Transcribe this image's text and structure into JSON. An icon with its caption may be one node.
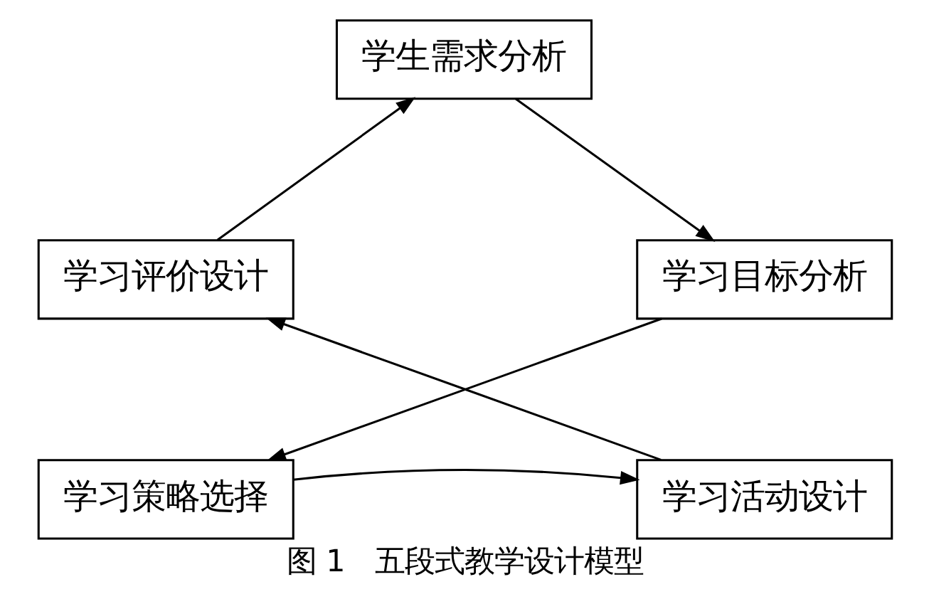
{
  "diagram": {
    "caption": "图 1　五段式教学设计模型",
    "nodes": [
      {
        "text": [
          "学生需求分析"
        ]
      },
      {
        "text": [
          "学习目标分析"
        ]
      },
      {
        "text": [
          "学习策略选择"
        ]
      },
      {
        "text": [
          "学习活动设计"
        ]
      },
      {
        "text": [
          "学习评价设计"
        ]
      }
    ],
    "edges": [
      {
        "from": 0,
        "to": 1,
        "arrow": "to"
      },
      {
        "from": 1,
        "to": 2,
        "arrow": "to"
      },
      {
        "from": 2,
        "to": 3,
        "arrow": "to"
      },
      {
        "from": 3,
        "to": 4,
        "arrow": "to"
      },
      {
        "from": 4,
        "to": 0,
        "arrow": "to"
      }
    ]
  }
}
